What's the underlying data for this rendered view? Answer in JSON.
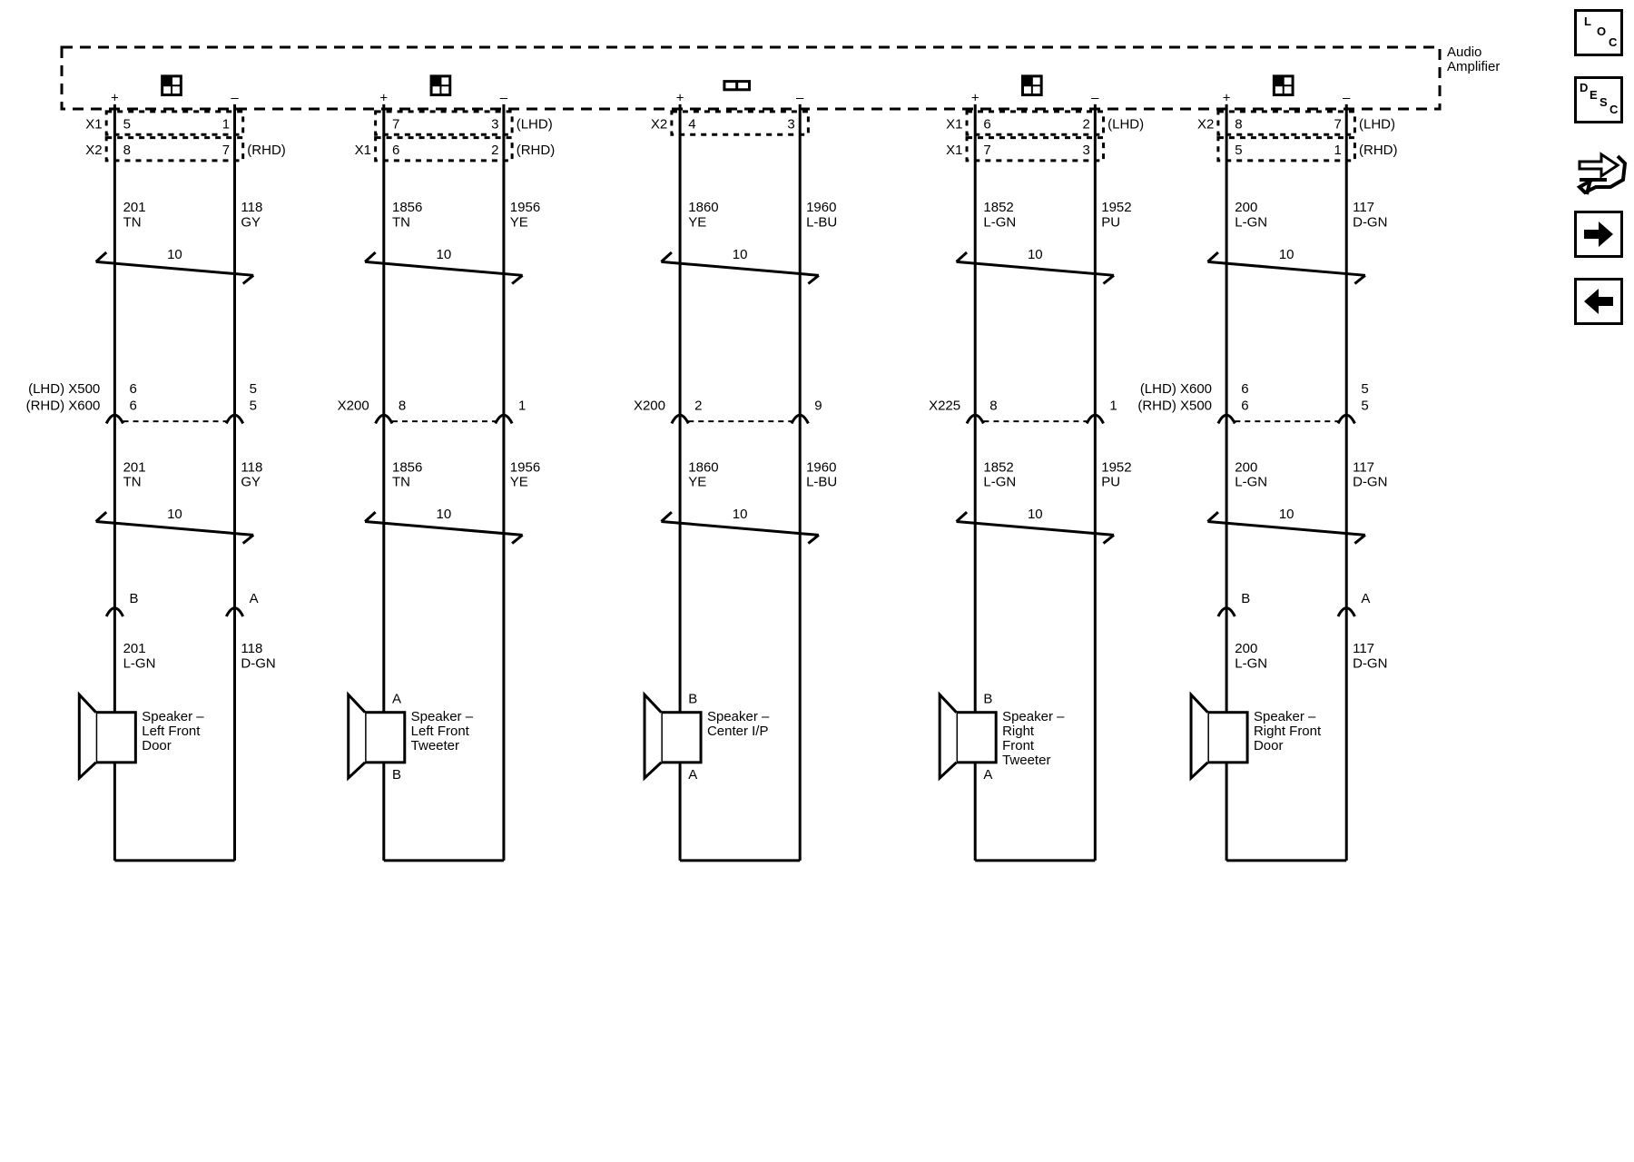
{
  "amplifier": {
    "title_line1": "Audio",
    "title_line2": "Amplifier"
  },
  "nav": {
    "loc": [
      "L",
      "O",
      "C"
    ],
    "desc": [
      "D",
      "E",
      "S",
      "C"
    ],
    "icons": [
      "loc-icon",
      "desc-icon",
      "harness-icon",
      "next-arrow-icon",
      "previous-arrow-icon"
    ]
  },
  "splice_count": "10",
  "circuits": [
    {
      "id": "lfd",
      "pos_sign": "+",
      "neg_sign": "–",
      "conn_row1": {
        "name": "X1",
        "pos": "5",
        "neg": "1",
        "tag": ""
      },
      "conn_row2": {
        "name": "X2",
        "pos": "8",
        "neg": "7",
        "tag": "(RHD)"
      },
      "wire_top_pos": [
        "201",
        "TN"
      ],
      "wire_top_neg": [
        "118",
        "GY"
      ],
      "inline_label1": "(LHD) X500",
      "inline_label2": "(RHD) X600",
      "inline_pos1": "6",
      "inline_pos2": "6",
      "inline_neg1": "5",
      "inline_neg2": "5",
      "wire_mid_pos": [
        "201",
        "TN"
      ],
      "wire_mid_neg": [
        "118",
        "GY"
      ],
      "spk_conn_pos": "B",
      "spk_conn_neg": "A",
      "wire_bot_pos": [
        "201",
        "L-GN"
      ],
      "wire_bot_neg": [
        "118",
        "D-GN"
      ],
      "speaker": [
        "Speaker –",
        "Left Front",
        "Door"
      ],
      "spk_pin_top": "",
      "spk_pin_bot": ""
    },
    {
      "id": "lft",
      "pos_sign": "+",
      "neg_sign": "–",
      "conn_row1": {
        "name": "",
        "pos": "7",
        "neg": "3",
        "tag": "(LHD)"
      },
      "conn_row2": {
        "name": "X1",
        "pos": "6",
        "neg": "2",
        "tag": "(RHD)"
      },
      "wire_top_pos": [
        "1856",
        "TN"
      ],
      "wire_top_neg": [
        "1956",
        "YE"
      ],
      "inline_label1": "",
      "inline_label2": "X200",
      "inline_pos1": "",
      "inline_pos2": "8",
      "inline_neg1": "",
      "inline_neg2": "1",
      "wire_mid_pos": [
        "1856",
        "TN"
      ],
      "wire_mid_neg": [
        "1956",
        "YE"
      ],
      "spk_conn_pos": "",
      "spk_conn_neg": "",
      "wire_bot_pos": [
        "",
        ""
      ],
      "wire_bot_neg": [
        "",
        ""
      ],
      "speaker": [
        "Speaker –",
        "Left Front",
        "Tweeter"
      ],
      "spk_pin_top": "A",
      "spk_pin_bot": "B"
    },
    {
      "id": "cip",
      "pos_sign": "+",
      "neg_sign": "–",
      "conn_row1": {
        "name": "X2",
        "pos": "4",
        "neg": "3",
        "tag": ""
      },
      "conn_row2": {
        "name": "",
        "pos": "",
        "neg": "",
        "tag": ""
      },
      "wire_top_pos": [
        "1860",
        "YE"
      ],
      "wire_top_neg": [
        "1960",
        "L-BU"
      ],
      "inline_label1": "",
      "inline_label2": "X200",
      "inline_pos1": "",
      "inline_pos2": "2",
      "inline_neg1": "",
      "inline_neg2": "9",
      "wire_mid_pos": [
        "1860",
        "YE"
      ],
      "wire_mid_neg": [
        "1960",
        "L-BU"
      ],
      "spk_conn_pos": "",
      "spk_conn_neg": "",
      "wire_bot_pos": [
        "",
        ""
      ],
      "wire_bot_neg": [
        "",
        ""
      ],
      "speaker": [
        "Speaker –",
        "Center I/P",
        ""
      ],
      "spk_pin_top": "B",
      "spk_pin_bot": "A"
    },
    {
      "id": "rft",
      "pos_sign": "+",
      "neg_sign": "–",
      "conn_row1": {
        "name": "X1",
        "pos": "6",
        "neg": "2",
        "tag": "(LHD)"
      },
      "conn_row2": {
        "name": "X1",
        "pos": "7",
        "neg": "3",
        "tag": ""
      },
      "wire_top_pos": [
        "1852",
        "L-GN"
      ],
      "wire_top_neg": [
        "1952",
        "PU"
      ],
      "inline_label1": "",
      "inline_label2": "X225",
      "inline_pos1": "",
      "inline_pos2": "8",
      "inline_neg1": "",
      "inline_neg2": "1",
      "wire_mid_pos": [
        "1852",
        "L-GN"
      ],
      "wire_mid_neg": [
        "1952",
        "PU"
      ],
      "spk_conn_pos": "",
      "spk_conn_neg": "",
      "wire_bot_pos": [
        "",
        ""
      ],
      "wire_bot_neg": [
        "",
        ""
      ],
      "speaker": [
        "Speaker –",
        "Right",
        "Front",
        "Tweeter"
      ],
      "spk_pin_top": "B",
      "spk_pin_bot": "A"
    },
    {
      "id": "rfd",
      "pos_sign": "+",
      "neg_sign": "–",
      "conn_row1": {
        "name": "X2",
        "pos": "8",
        "neg": "7",
        "tag": "(LHD)"
      },
      "conn_row2": {
        "name": "",
        "pos": "5",
        "neg": "1",
        "tag": "(RHD)"
      },
      "wire_top_pos": [
        "200",
        "L-GN"
      ],
      "wire_top_neg": [
        "117",
        "D-GN"
      ],
      "inline_label1": "(LHD) X600",
      "inline_label2": "(RHD) X500",
      "inline_pos1": "6",
      "inline_pos2": "6",
      "inline_neg1": "5",
      "inline_neg2": "5",
      "wire_mid_pos": [
        "200",
        "L-GN"
      ],
      "wire_mid_neg": [
        "117",
        "D-GN"
      ],
      "spk_conn_pos": "B",
      "spk_conn_neg": "A",
      "wire_bot_pos": [
        "200",
        "L-GN"
      ],
      "wire_bot_neg": [
        "117",
        "D-GN"
      ],
      "speaker": [
        "Speaker –",
        "Right Front",
        "Door"
      ],
      "spk_pin_top": "",
      "spk_pin_bot": ""
    }
  ]
}
